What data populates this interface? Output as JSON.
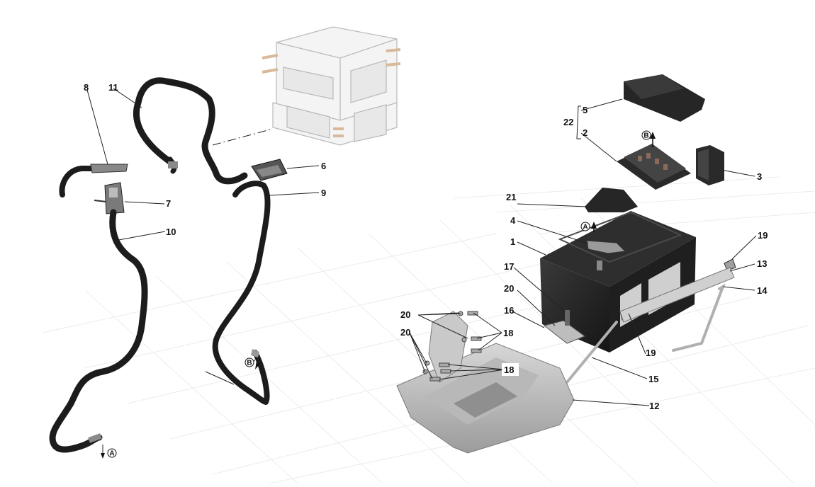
{
  "diagram": {
    "callouts": {
      "c1": "1",
      "c2": "2",
      "c3": "3",
      "c4": "4",
      "c5": "5",
      "c6": "6",
      "c7": "7",
      "c8": "8",
      "c9": "9",
      "c10": "10",
      "c11": "11",
      "c12": "12",
      "c13": "13",
      "c14": "14",
      "c15": "15",
      "c16": "16",
      "c17": "17",
      "c18a": "18",
      "c18b": "18",
      "c19a": "19",
      "c19b": "19",
      "c20a": "20",
      "c20b": "20",
      "c20c": "20",
      "c21": "21",
      "c22": "22"
    },
    "markers": {
      "a_top": "A",
      "a_bottom": "A",
      "b_top": "B",
      "b_cable": "B"
    }
  }
}
